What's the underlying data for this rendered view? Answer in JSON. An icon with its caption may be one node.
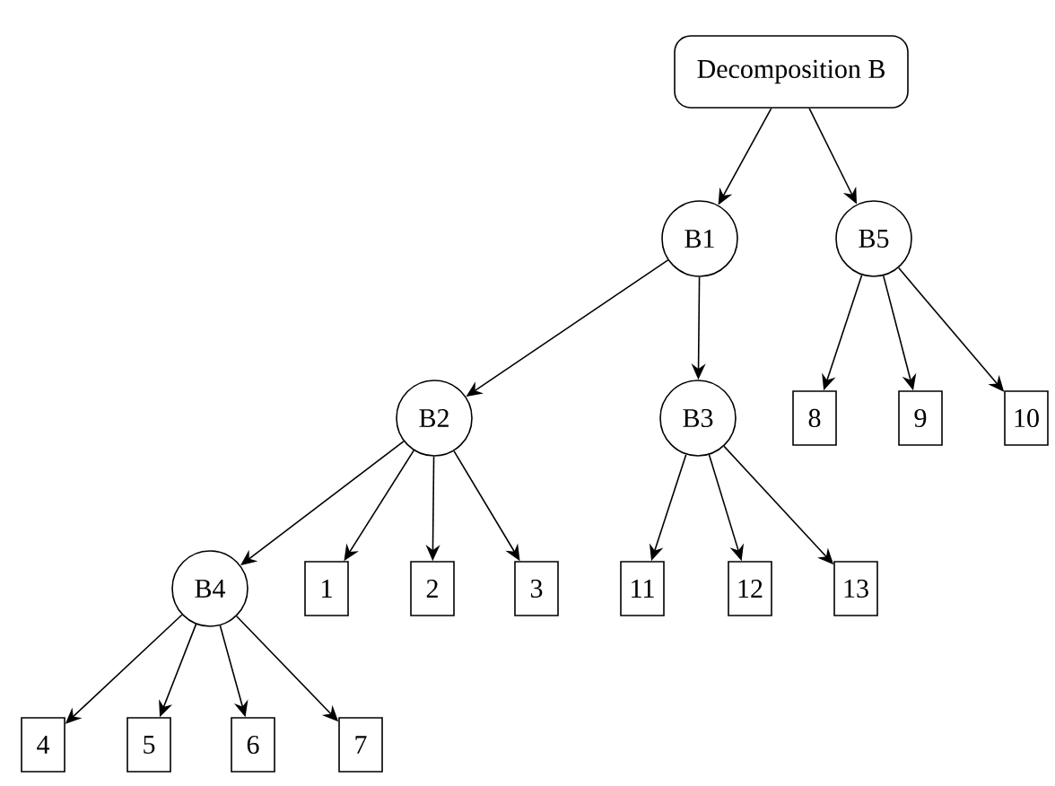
{
  "diagram": {
    "nodes": [
      {
        "text": [
          "Decomposition B"
        ]
      },
      {
        "text": [
          "B1"
        ]
      },
      {
        "text": [
          "B5"
        ]
      },
      {
        "text": [
          "B2"
        ]
      },
      {
        "text": [
          "B3"
        ]
      },
      {
        "text": [
          "8"
        ]
      },
      {
        "text": [
          "9"
        ]
      },
      {
        "text": [
          "10"
        ]
      },
      {
        "text": [
          "B4"
        ]
      },
      {
        "text": [
          "1"
        ]
      },
      {
        "text": [
          "2"
        ]
      },
      {
        "text": [
          "3"
        ]
      },
      {
        "text": [
          "11"
        ]
      },
      {
        "text": [
          "12"
        ]
      },
      {
        "text": [
          "13"
        ]
      },
      {
        "text": [
          "4"
        ]
      },
      {
        "text": [
          "5"
        ]
      },
      {
        "text": [
          "6"
        ]
      },
      {
        "text": [
          "7"
        ]
      }
    ],
    "edges": [
      {
        "from": 0,
        "to": 1,
        "arrow": "to"
      },
      {
        "from": 0,
        "to": 2,
        "arrow": "to"
      },
      {
        "from": 1,
        "to": 3,
        "arrow": "to"
      },
      {
        "from": 1,
        "to": 4,
        "arrow": "to"
      },
      {
        "from": 2,
        "to": 5,
        "arrow": "to"
      },
      {
        "from": 2,
        "to": 6,
        "arrow": "to"
      },
      {
        "from": 2,
        "to": 7,
        "arrow": "to"
      },
      {
        "from": 3,
        "to": 8,
        "arrow": "to"
      },
      {
        "from": 3,
        "to": 9,
        "arrow": "to"
      },
      {
        "from": 3,
        "to": 10,
        "arrow": "to"
      },
      {
        "from": 3,
        "to": 11,
        "arrow": "to"
      },
      {
        "from": 4,
        "to": 12,
        "arrow": "to"
      },
      {
        "from": 4,
        "to": 13,
        "arrow": "to"
      },
      {
        "from": 4,
        "to": 14,
        "arrow": "to"
      },
      {
        "from": 8,
        "to": 15,
        "arrow": "to"
      },
      {
        "from": 8,
        "to": 16,
        "arrow": "to"
      },
      {
        "from": 8,
        "to": 17,
        "arrow": "to"
      },
      {
        "from": 8,
        "to": 18,
        "arrow": "to"
      }
    ]
  }
}
